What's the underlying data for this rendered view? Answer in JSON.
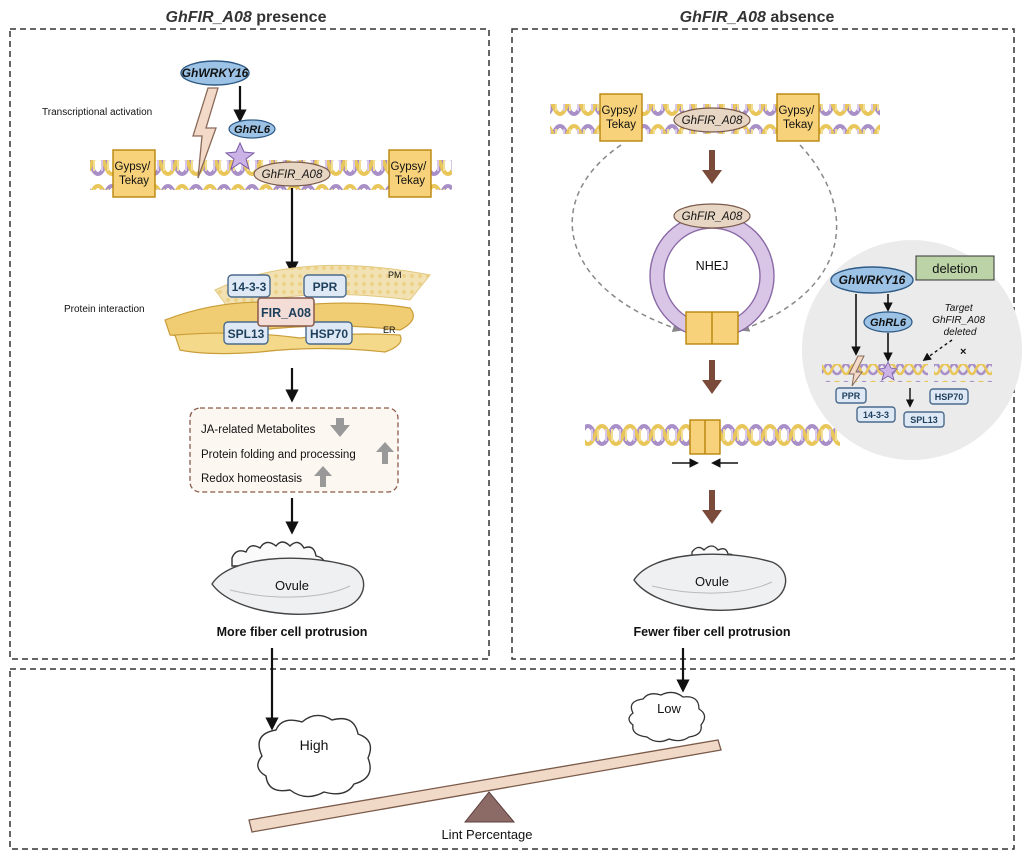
{
  "panels": {
    "presence_title": "GhFIR_A08 presence",
    "presence_title_gene": "GhFIR_A08",
    "presence_title_suffix": " presence",
    "absence_title_gene": "GhFIR_A08",
    "absence_title_suffix": " absence"
  },
  "presence": {
    "tf_label": "GhWRKY16",
    "rl6_label": "GhRL6",
    "transcription_label": "Transcriptional activation",
    "gene_label": "GhFIR_A08",
    "te_left": [
      "Gypsy/",
      "Tekay"
    ],
    "te_right": [
      "Gypsy/",
      "Tekay"
    ],
    "protein_interaction_label": "Protein interaction",
    "pm_label": "PM",
    "er_label": "ER",
    "proteins": {
      "p1": "14-3-3",
      "p2": "PPR",
      "center": "FIR_A08",
      "p3": "SPL13",
      "p4": "HSP70"
    },
    "effects": [
      "JA-related Metabolites",
      "Protein folding and processing",
      "Redox homeostasis"
    ],
    "ovule_label": "Ovule",
    "outcome": "More fiber cell protrusion"
  },
  "absence": {
    "te_left": [
      "Gypsy/",
      "Tekay"
    ],
    "te_right": [
      "Gypsy/",
      "Tekay"
    ],
    "gene_label": "GhFIR_A08",
    "loop_gene_label": "GhFIR_A08",
    "nhej_label": "NHEJ",
    "ovule_label": "Ovule",
    "outcome": "Fewer fiber cell protrusion",
    "inset": {
      "deletion_label": "deletion",
      "tf_label": "GhWRKY16",
      "rl6_label": "GhRL6",
      "target_label": [
        "Target",
        "GhFIR_A08",
        "deleted"
      ],
      "proteins": [
        "PPR",
        "14-3-3",
        "HSP70",
        "SPL13"
      ]
    }
  },
  "balance": {
    "high_label": "High",
    "low_label": "Low",
    "axis_label": "Lint Percentage"
  },
  "colors": {
    "gene_oval": "#e8d6c4",
    "tf_oval": "#9cc3e6",
    "te_box": "#f7d27a",
    "brown_arrow": "#7a4a3a",
    "loop": "#d9c6e6",
    "beam": "#f0d9c6"
  }
}
